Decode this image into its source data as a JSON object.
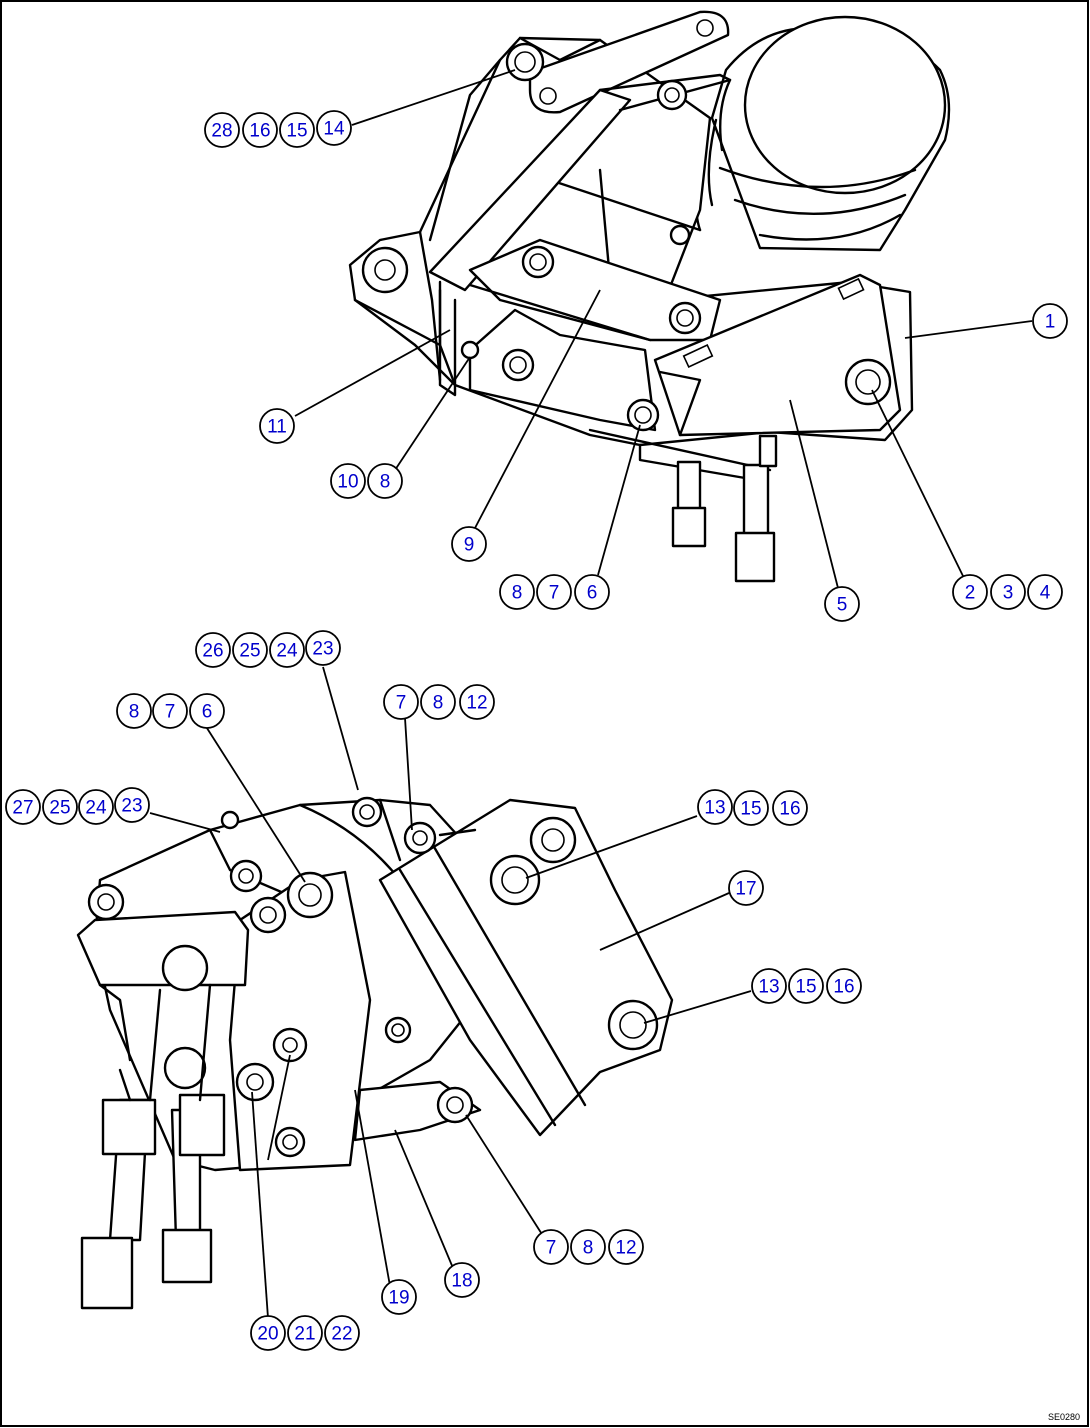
{
  "drawing_code": "SE0280",
  "callouts": [
    {
      "id": "c-28-16-15-14",
      "labels": [
        "28",
        "16",
        "15",
        "14"
      ]
    },
    {
      "id": "c-1",
      "labels": [
        "1"
      ]
    },
    {
      "id": "c-11",
      "labels": [
        "11"
      ]
    },
    {
      "id": "c-10-8",
      "labels": [
        "10",
        "8"
      ]
    },
    {
      "id": "c-9",
      "labels": [
        "9"
      ]
    },
    {
      "id": "c-8-7-6-top",
      "labels": [
        "8",
        "7",
        "6"
      ]
    },
    {
      "id": "c-5",
      "labels": [
        "5"
      ]
    },
    {
      "id": "c-2-3-4",
      "labels": [
        "2",
        "3",
        "4"
      ]
    },
    {
      "id": "c-26-25-24-23",
      "labels": [
        "26",
        "25",
        "24",
        "23"
      ]
    },
    {
      "id": "c-8-7-6-bottom",
      "labels": [
        "8",
        "7",
        "6"
      ]
    },
    {
      "id": "c-7-8-12-upper",
      "labels": [
        "7",
        "8",
        "12"
      ]
    },
    {
      "id": "c-27-25-24-23",
      "labels": [
        "27",
        "25",
        "24",
        "23"
      ]
    },
    {
      "id": "c-13-15-16-upper",
      "labels": [
        "13",
        "15",
        "16"
      ]
    },
    {
      "id": "c-17",
      "labels": [
        "17"
      ]
    },
    {
      "id": "c-13-15-16-lower",
      "labels": [
        "13",
        "15",
        "16"
      ]
    },
    {
      "id": "c-7-8-12-lower",
      "labels": [
        "7",
        "8",
        "12"
      ]
    },
    {
      "id": "c-18",
      "labels": [
        "18"
      ]
    },
    {
      "id": "c-19",
      "labels": [
        "19"
      ]
    },
    {
      "id": "c-20-21-22",
      "labels": [
        "20",
        "21",
        "22"
      ]
    }
  ]
}
